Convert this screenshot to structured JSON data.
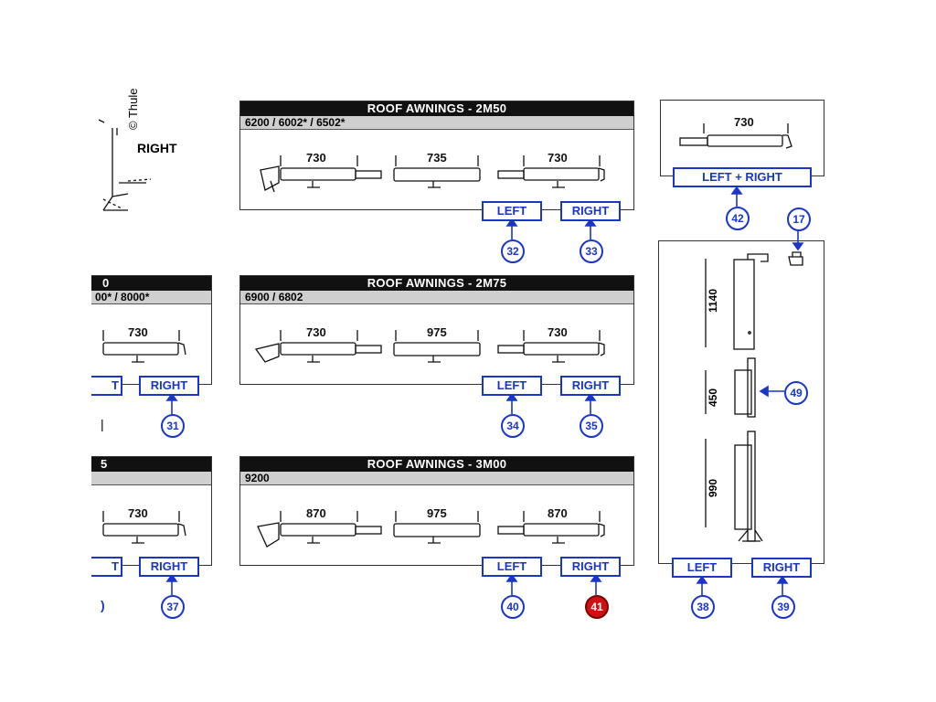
{
  "copyright": "© Thule",
  "top_left": {
    "label": "RIGHT"
  },
  "panel_2m50": {
    "title": "ROOF AWNINGS - 2M50",
    "models": "6200 / 6002* / 6502*",
    "dims": [
      "730",
      "735",
      "730"
    ],
    "left_label": "LEFT",
    "right_label": "RIGHT",
    "left_num": "32",
    "right_num": "33"
  },
  "panel_2m75": {
    "title": "ROOF AWNINGS - 2M75",
    "models": "6900 / 6802",
    "dims": [
      "730",
      "975",
      "730"
    ],
    "left_label": "LEFT",
    "right_label": "RIGHT",
    "left_num": "34",
    "right_num": "35"
  },
  "panel_3m00": {
    "title": "ROOF AWNINGS - 3M00",
    "models": "9200",
    "dims": [
      "870",
      "975",
      "870"
    ],
    "left_label": "LEFT",
    "right_label": "RIGHT",
    "left_num": "40",
    "right_num": "41"
  },
  "left_mid": {
    "title": "0",
    "models": "00* / 8000*",
    "dim": "730",
    "left_label": "T",
    "right_label": "RIGHT",
    "right_num": "31"
  },
  "left_bot": {
    "title": "5",
    "dim": "730",
    "left_label": "T",
    "right_label": "RIGHT",
    "right_num": "37",
    "left_num_partial": ")"
  },
  "top_right": {
    "dim": "730",
    "label": "LEFT + RIGHT",
    "num": "42"
  },
  "right_panel": {
    "top_num": "17",
    "dims": [
      "1140",
      "450",
      "990"
    ],
    "mid_num": "49",
    "left_label": "LEFT",
    "right_label": "RIGHT",
    "left_num": "38",
    "right_num": "39"
  }
}
